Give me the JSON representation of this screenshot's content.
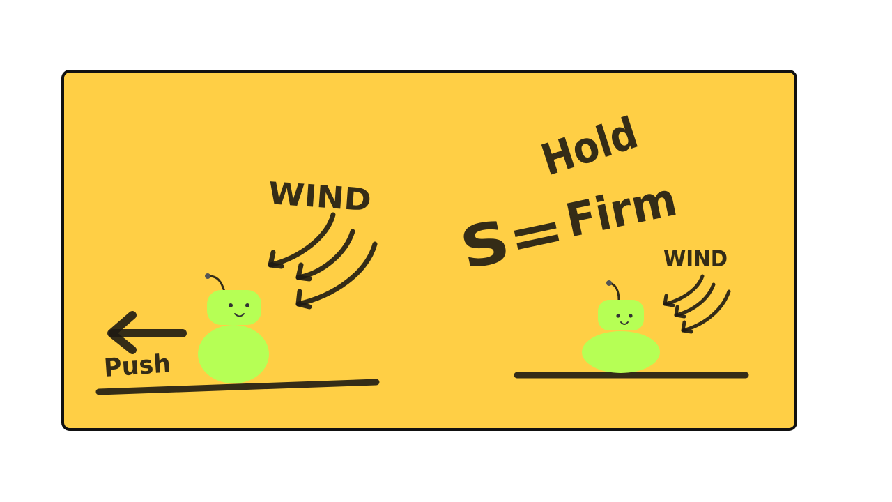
{
  "panel": {
    "background_color": "#ffcf45",
    "border_color": "#111111"
  },
  "left_scene": {
    "wind_label": "WIND",
    "push_label": "Push",
    "character_color": "#b6ff55"
  },
  "right_scene": {
    "hold_label": "Hold",
    "firm_label": "Firm",
    "shift_key_label": "S=",
    "wind_label": "WIND",
    "character_color": "#b6ff55"
  }
}
